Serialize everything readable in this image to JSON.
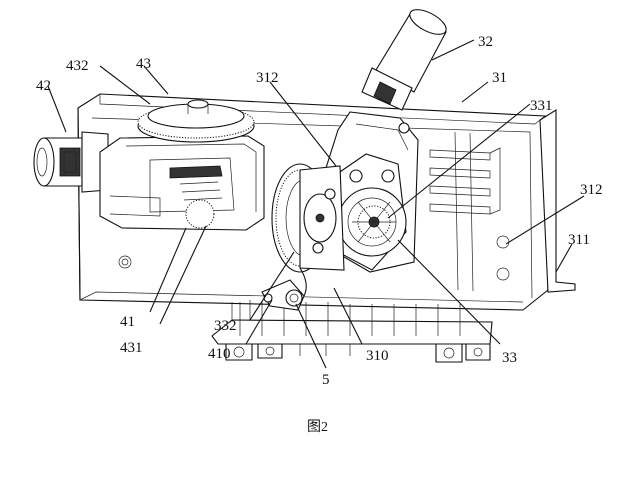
{
  "figure": {
    "caption": "图2",
    "labels": [
      {
        "id": "label-42",
        "text": "42"
      },
      {
        "id": "label-432",
        "text": "432"
      },
      {
        "id": "label-43",
        "text": "43"
      },
      {
        "id": "label-312-top",
        "text": "312"
      },
      {
        "id": "label-32",
        "text": "32"
      },
      {
        "id": "label-31",
        "text": "31"
      },
      {
        "id": "label-331",
        "text": "331"
      },
      {
        "id": "label-312-right",
        "text": "312"
      },
      {
        "id": "label-311",
        "text": "311"
      },
      {
        "id": "label-41",
        "text": "41"
      },
      {
        "id": "label-431",
        "text": "431"
      },
      {
        "id": "label-332",
        "text": "332"
      },
      {
        "id": "label-410",
        "text": "410"
      },
      {
        "id": "label-5",
        "text": "5"
      },
      {
        "id": "label-310",
        "text": "310"
      },
      {
        "id": "label-33",
        "text": "33"
      }
    ]
  }
}
